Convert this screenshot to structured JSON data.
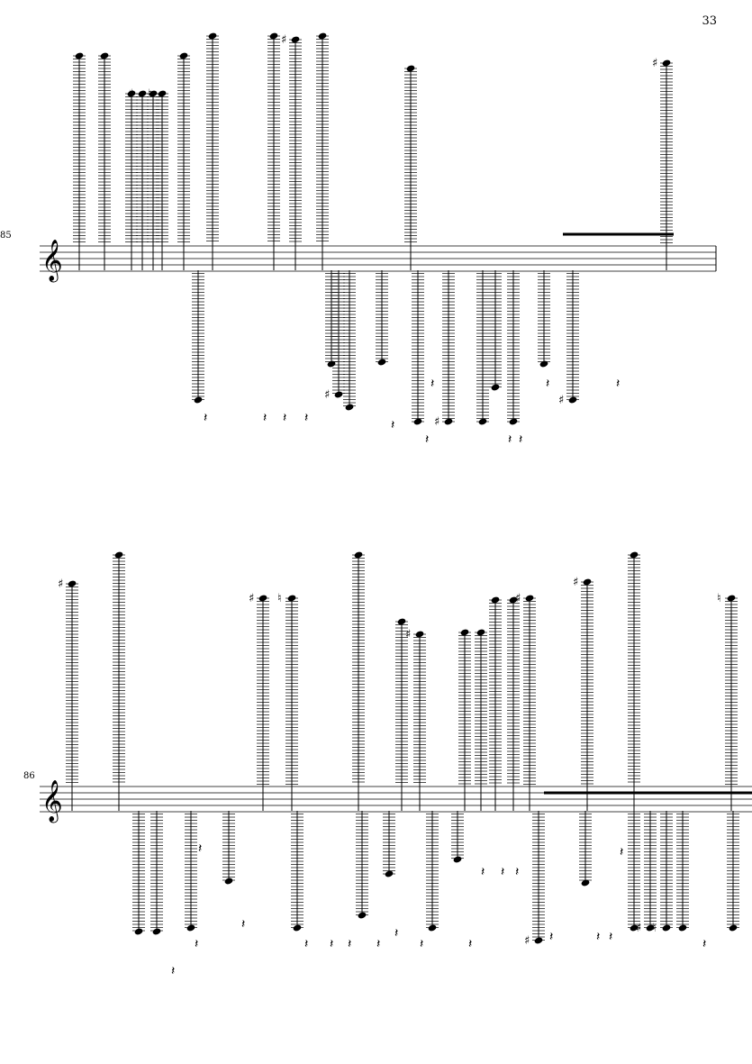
{
  "page": {
    "number": "33"
  },
  "systems": [
    {
      "measure_number": "85",
      "clef": "treble"
    },
    {
      "measure_number": "86",
      "clef": "treble"
    }
  ],
  "colors": {
    "ink": "#000000",
    "paper": "#ffffff"
  }
}
